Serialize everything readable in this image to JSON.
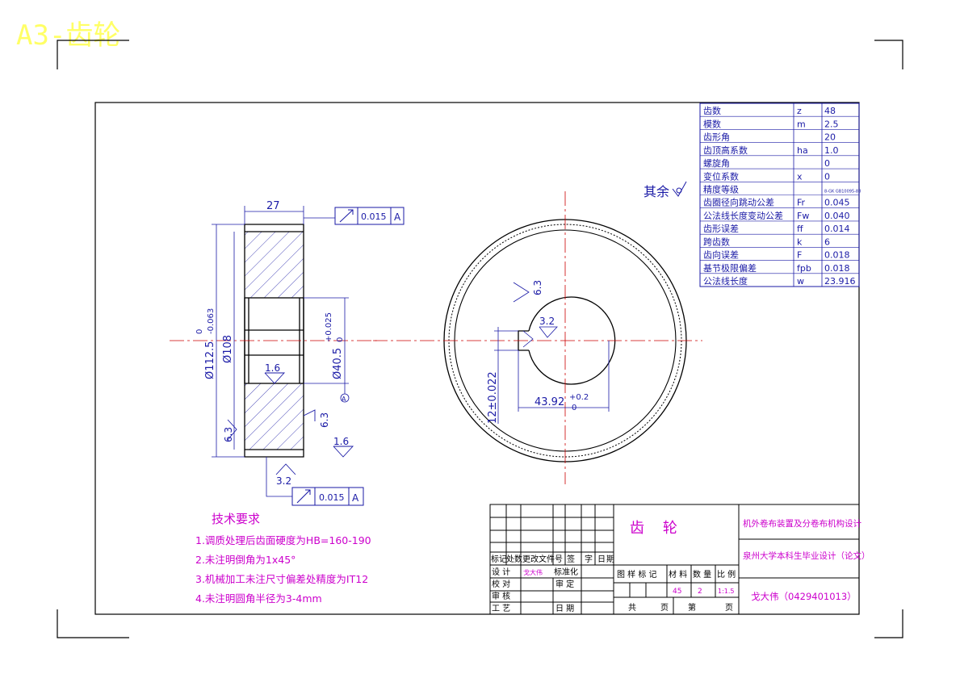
{
  "sheet": {
    "corner_label": "A3-齿轮",
    "colors": {
      "label": "#ffff66",
      "line": "#000000",
      "dim": "#1a1aa6",
      "center": "#cc0000",
      "text_pink": "#cc00cc"
    }
  },
  "gear_table": {
    "rows": [
      {
        "name": "齿数",
        "sym": "z",
        "val": "48"
      },
      {
        "name": "模数",
        "sym": "m",
        "val": "2.5"
      },
      {
        "name": "齿形角",
        "sym": "",
        "val": "20"
      },
      {
        "name": "齿顶高系数",
        "sym": "ha",
        "val": "1.0"
      },
      {
        "name": "螺旋角",
        "sym": "",
        "val": "0"
      },
      {
        "name": "变位系数",
        "sym": "x",
        "val": "0"
      },
      {
        "name": "精度等级",
        "sym": "",
        "val": "8-GK GB10095-88"
      },
      {
        "name": "齿圈径向跳动公差",
        "sym": "Fr",
        "val": "0.045"
      },
      {
        "name": "公法线长度变动公差",
        "sym": "Fw",
        "val": "0.040"
      },
      {
        "name": "齿形误差",
        "sym": "ff",
        "val": "0.014"
      },
      {
        "name": "跨齿数",
        "sym": "k",
        "val": "6"
      },
      {
        "name": "齿向误差",
        "sym": "F",
        "val": "0.018"
      },
      {
        "name": "基节极限偏差",
        "sym": "fpb",
        "val": "0.018"
      },
      {
        "name": "公法线长度",
        "sym": "w",
        "val": "23.916"
      }
    ]
  },
  "rest_roughness": "其余",
  "dims": {
    "width": "27",
    "tol_top": "0.015",
    "tol_top_ref": "A",
    "tol_bottom": "0.015",
    "tol_bottom_ref": "A",
    "od_main": "Ø112.5",
    "od_tol_upper": "0",
    "od_tol_lower": "-0.063",
    "d108": "Ø108",
    "bore_main": "Ø40.5",
    "bore_tol_upper": "+0.025",
    "bore_tol_lower": "0",
    "datum": "A",
    "rough_16_a": "1.6",
    "rough_16_b": "1.6",
    "rough_63_a": "6.3",
    "rough_63_b": "6.3",
    "rough_63_c": "6.3",
    "rough_32_a": "3.2",
    "rough_32_b": "3.2",
    "keyway_depth": "43.92",
    "keyway_depth_upper": "+0.2",
    "keyway_depth_lower": "0",
    "keyway_width": "12±0.022"
  },
  "tech": {
    "title": "技术要求",
    "items": [
      "1.调质处理后齿面硬度为HB=160-190",
      "2.未注明倒角为1x45°",
      "3.机械加工未注尺寸偏差处精度为IT12",
      "4.未注明圆角半径为3-4mm"
    ]
  },
  "title_block": {
    "part_name": "齿    轮",
    "project": "机外卷布装置及分卷布机构设计",
    "school": "泉州大学本科生毕业设计（论文）",
    "author": "戈大伟（0429401013）",
    "rev_headers": [
      "标记",
      "处数",
      "更改文件号",
      "签",
      "字",
      "日",
      "期"
    ],
    "labels": {
      "design": "设   计",
      "std": "标准化",
      "check": "校   对",
      "review": "审   定",
      "audit": "审   核",
      "craft": "工   艺",
      "date": "日   期",
      "designer": "戈大伟"
    },
    "mid_headers": [
      "图 样 标 记",
      "材 料",
      "数 量",
      "比 例"
    ],
    "material": "45",
    "qty": "2",
    "scale": "1:1.5",
    "sheet_total": "共",
    "sheet_page": "页",
    "sheet_no": "第",
    "sheet_page2": "页"
  }
}
